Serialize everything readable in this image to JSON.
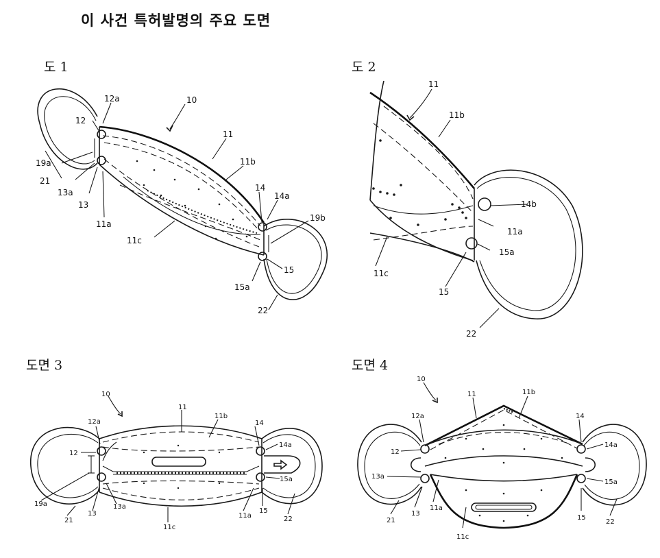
{
  "heading": "이 사건 특허발명의 주요 도면",
  "figures": [
    {
      "label": "도 1",
      "refs": {
        "r10": "10",
        "r11": "11",
        "r11a": "11a",
        "r11b": "11b",
        "r11c": "11c",
        "r12": "12",
        "r12a": "12a",
        "r13": "13",
        "r13a": "13a",
        "r14": "14",
        "r14a": "14a",
        "r15": "15",
        "r15a": "15a",
        "r19a": "19a",
        "r19b": "19b",
        "r21": "21",
        "r22": "22"
      }
    },
    {
      "label": "도 2",
      "refs": {
        "r11": "11",
        "r11a": "11a",
        "r11b": "11b",
        "r11c": "11c",
        "r14b": "14b",
        "r15": "15",
        "r15a": "15a",
        "r22": "22"
      }
    },
    {
      "label": "도면 3",
      "refs": {
        "r10": "10",
        "r11": "11",
        "r11a": "11a",
        "r11b": "11b",
        "r11c": "11c",
        "r12": "12",
        "r12a": "12a",
        "r13": "13",
        "r13a": "13a",
        "r14": "14",
        "r14a": "14a",
        "r15": "15",
        "r15a": "15a",
        "r19a": "19a",
        "r21": "21",
        "r22": "22"
      }
    },
    {
      "label": "도면 4",
      "refs": {
        "r10": "10",
        "r11": "11",
        "r11a": "11a",
        "r11b": "11b",
        "r11c": "11c",
        "r12": "12",
        "r12a": "12a",
        "r13": "13",
        "r13a": "13a",
        "r14": "14",
        "r14a": "14a",
        "r15": "15",
        "r15a": "15a",
        "r21": "21",
        "r22": "22"
      }
    }
  ]
}
